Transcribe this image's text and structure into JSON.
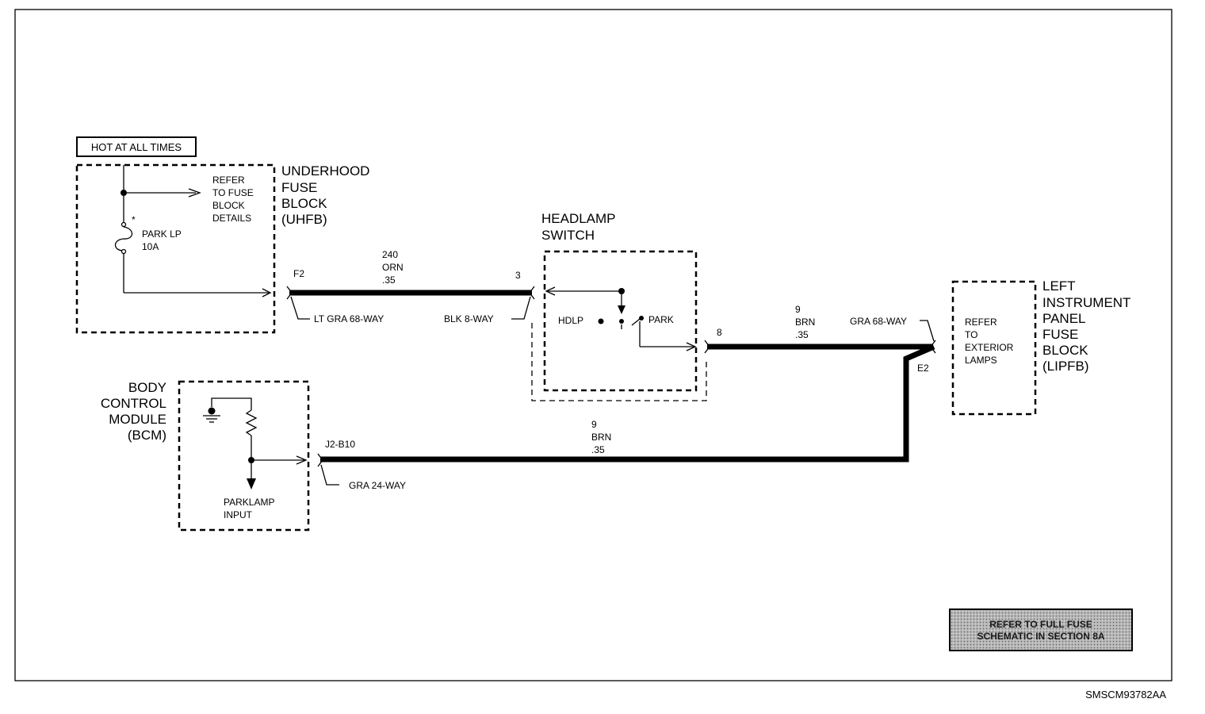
{
  "hot_label": "HOT AT ALL TIMES",
  "uhfb": {
    "name_lines": [
      "UNDERHOOD",
      "FUSE",
      "BLOCK",
      "(UHFB)"
    ],
    "refer_lines": [
      "REFER",
      "TO FUSE",
      "BLOCK",
      "DETAILS"
    ],
    "fuse_lines": [
      "PARK LP",
      "10A"
    ],
    "fuse_mark": "*"
  },
  "headlamp_switch": {
    "name_lines": [
      "HEADLAMP",
      "SWITCH"
    ],
    "hdlp_label": "HDLP",
    "park_label": "PARK"
  },
  "bcm": {
    "name_lines": [
      "BODY",
      "CONTROL",
      "MODULE",
      "(BCM)"
    ],
    "input_lines": [
      "PARKLAMP",
      "INPUT"
    ]
  },
  "lipfb": {
    "name_lines": [
      "LEFT",
      "INSTRUMENT",
      "PANEL",
      "FUSE",
      "BLOCK",
      "(LIPFB)"
    ],
    "refer_lines": [
      "REFER",
      "TO",
      "EXTERIOR",
      "LAMPS"
    ]
  },
  "wires": {
    "w1": {
      "lines": [
        "240",
        "ORN",
        ".35"
      ]
    },
    "w2": {
      "lines": [
        "9",
        "BRN",
        ".35"
      ]
    },
    "w3": {
      "lines": [
        "9",
        "BRN",
        ".35"
      ]
    }
  },
  "connectors": {
    "f2": {
      "pin": "F2",
      "label": "LT GRA 68-WAY"
    },
    "pin3": {
      "pin": "3",
      "label": "BLK 8-WAY"
    },
    "pin8": {
      "pin": "8"
    },
    "e2": {
      "pin": "E2",
      "label": "GRA 68-WAY"
    },
    "j2": {
      "pin": "J2-B10",
      "label": "GRA 24-WAY"
    }
  },
  "refer_box_lines": [
    "REFER TO FULL FUSE",
    "SCHEMATIC IN SECTION 8A"
  ],
  "figure_code": "SMSCM93782AA",
  "colors": {
    "ink": "#000000",
    "paper": "#ffffff",
    "stamp": "#9a9a9a"
  }
}
